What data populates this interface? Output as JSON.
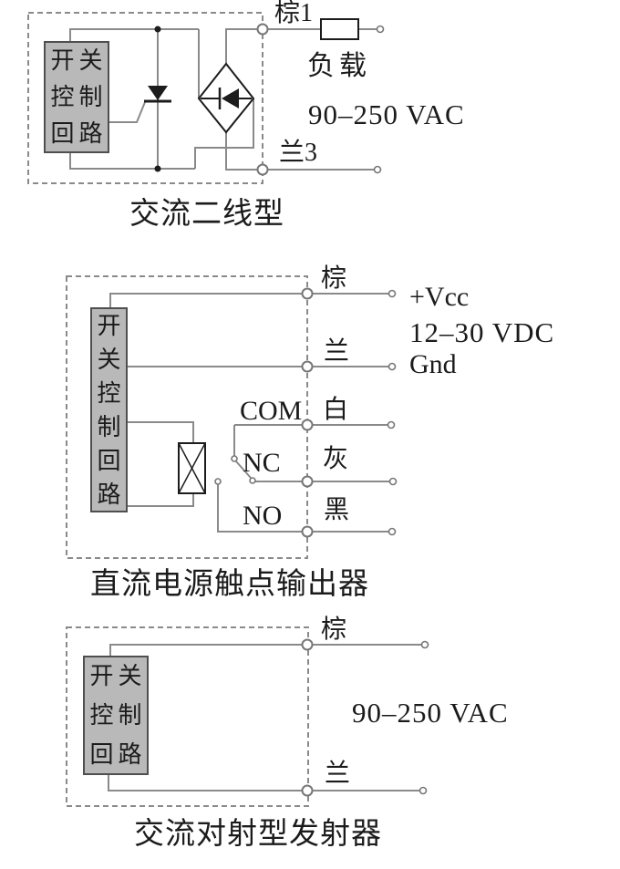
{
  "colors": {
    "wire": "#8a8a8a",
    "dash": "#8a8a8a",
    "symbol": "#1c1c1c",
    "text": "#1b1b1b",
    "boxfill": "#b9b9b9",
    "boxborder": "#4f4f4f",
    "node": "#777777",
    "paper": "#ffffff"
  },
  "diagram1": {
    "title": "交流二线型",
    "control_lines": [
      "开关",
      "控制",
      "回路"
    ],
    "brown_label": "棕1",
    "blue_label": "兰3",
    "load_label": "负载",
    "voltage_label": "90–250 VAC"
  },
  "diagram2": {
    "title": "直流电源触点输出器",
    "control_lines": [
      "开",
      "关",
      "控",
      "制",
      "回",
      "路"
    ],
    "brown_label": "棕",
    "blue_label": "兰",
    "vcc_label": "+Vcc",
    "voltage_label": "12–30 VDC",
    "gnd_label": "Gnd",
    "com_label": "COM",
    "white_label": "白",
    "nc_label": "NC",
    "gray_label": "灰",
    "no_label": "NO",
    "black_label": "黑"
  },
  "diagram3": {
    "title": "交流对射型发射器",
    "control_lines": [
      "开关",
      "控制",
      "回路"
    ],
    "brown_label": "棕",
    "blue_label": "兰",
    "voltage_label": "90–250 VAC"
  }
}
